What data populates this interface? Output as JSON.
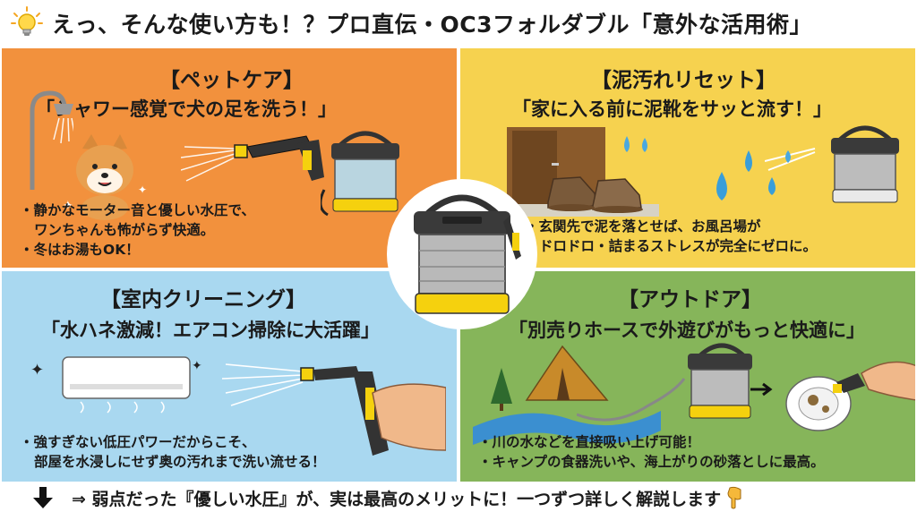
{
  "header": {
    "title": "えっ、そんな使い方も！？プロ直伝・OC3フォルダブル「意外な活用術」",
    "icon": "lightbulb-icon"
  },
  "panels": {
    "pet": {
      "title": "【ペットケア】",
      "subtitle": "「シャワー感覚で犬の足を洗う！」",
      "bullets": [
        "静かなモーター音と優しい水圧で、",
        "ワンちゃんも怖がらず快適。",
        "冬はお湯もOK！"
      ],
      "bg": "#f2913d"
    },
    "mud": {
      "title": "【泥汚れリセット】",
      "subtitle": "「家に入る前に泥靴をサッと流す！」",
      "bullets": [
        "玄関先で泥を落とせば、お風呂場が",
        "ドロドロ・詰まるストレスが完全にゼロに。"
      ],
      "bg": "#f6d24f"
    },
    "room": {
      "title": "【室内クリーニング】",
      "subtitle": "「水ハネ激減！エアコン掃除に大活躍」",
      "bullets": [
        "強すぎない低圧パワーだからこそ、",
        "部屋を水浸しにせず奥の汚れまで洗い流せる！"
      ],
      "bg": "#a9d8f0"
    },
    "out": {
      "title": "【アウトドア】",
      "subtitle": "「別売りホースで外遊びがもっと快適に」",
      "bullets": [
        "川の水などを直接吸い上げ可能！",
        "キャンプの食器洗いや、海上がりの砂落としに最高。"
      ],
      "bg": "#86b55a"
    }
  },
  "footer": {
    "text": "⇒ 弱点だった『優しい水圧』が、実は最高のメリットに！一つずつ詳しく解説します",
    "icon_left": "down-arrow-icon",
    "icon_right": "pointing-down-hand-icon"
  },
  "colors": {
    "brand_yellow": "#f5d10e",
    "unit_dark": "#3a3a3a",
    "unit_gray": "#b9b9b9"
  }
}
